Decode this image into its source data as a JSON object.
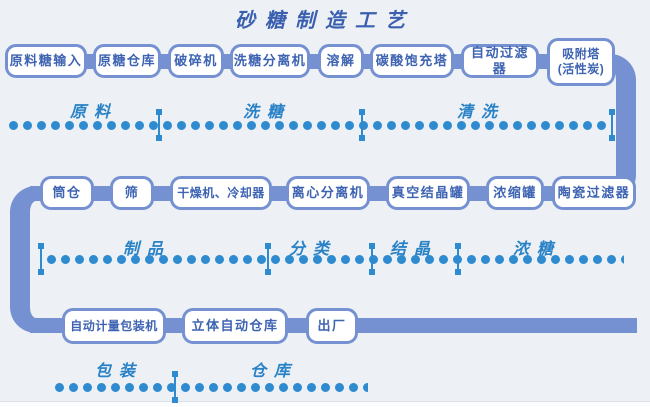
{
  "title": "砂糖制造工艺",
  "colors": {
    "band": "#7591d1",
    "box_border": "#7591d1",
    "box_text": "#3d63b2",
    "dots": "#2e8bcf",
    "section_label": "#2982c6",
    "title_text": "#3a5fae",
    "background": "#edf1f6"
  },
  "flow": {
    "rows": [
      {
        "name": "top-row",
        "boxes": [
          "原料糖输入",
          "原糖仓库",
          "破碎机",
          "洗糖分离机",
          "溶解",
          "碳酸饱充塔",
          "自动过滤器",
          "吸附塔\n(活性炭)"
        ],
        "sections": [
          "原料",
          "洗糖",
          "清洗"
        ]
      },
      {
        "name": "middle-row",
        "boxes": [
          "筒仓",
          "筛",
          "干燥机、冷却器",
          "离心分离机",
          "真空结晶罐",
          "浓缩罐",
          "陶瓷过滤器"
        ],
        "sections": [
          "制品",
          "分类",
          "结晶",
          "浓糖"
        ]
      },
      {
        "name": "bottom-row",
        "boxes": [
          "自动计量包装机",
          "立体自动仓库",
          "出厂"
        ],
        "sections": [
          "包装",
          "仓库"
        ]
      }
    ]
  }
}
